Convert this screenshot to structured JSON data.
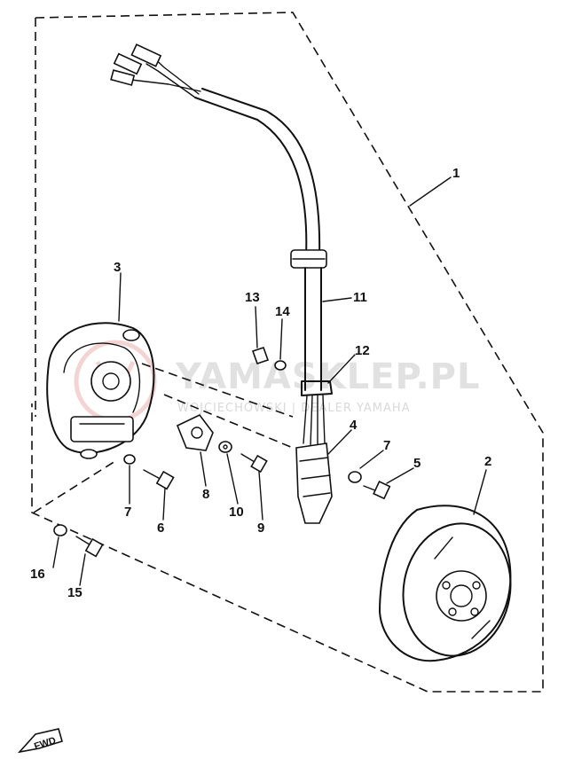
{
  "watermark": {
    "main": "YAMASKLEP.PL",
    "sub": "WOJCIECHOWSKI | DEALER YAMAHA"
  },
  "direction_marker": "FWD",
  "callouts": [
    {
      "id": "c1",
      "label": "1"
    },
    {
      "id": "c2",
      "label": "2"
    },
    {
      "id": "c3",
      "label": "3"
    },
    {
      "id": "c4",
      "label": "4"
    },
    {
      "id": "c5",
      "label": "5"
    },
    {
      "id": "c6",
      "label": "6"
    },
    {
      "id": "c7a",
      "label": "7"
    },
    {
      "id": "c7b",
      "label": "7"
    },
    {
      "id": "c8",
      "label": "8"
    },
    {
      "id": "c9",
      "label": "9"
    },
    {
      "id": "c10",
      "label": "10"
    },
    {
      "id": "c11",
      "label": "11"
    },
    {
      "id": "c12",
      "label": "12"
    },
    {
      "id": "c13",
      "label": "13"
    },
    {
      "id": "c14",
      "label": "14"
    },
    {
      "id": "c15",
      "label": "15"
    },
    {
      "id": "c16",
      "label": "16"
    }
  ],
  "colors": {
    "line": "#111111",
    "watermark": "#c9c9c9",
    "logo": "#e8a0a0"
  }
}
